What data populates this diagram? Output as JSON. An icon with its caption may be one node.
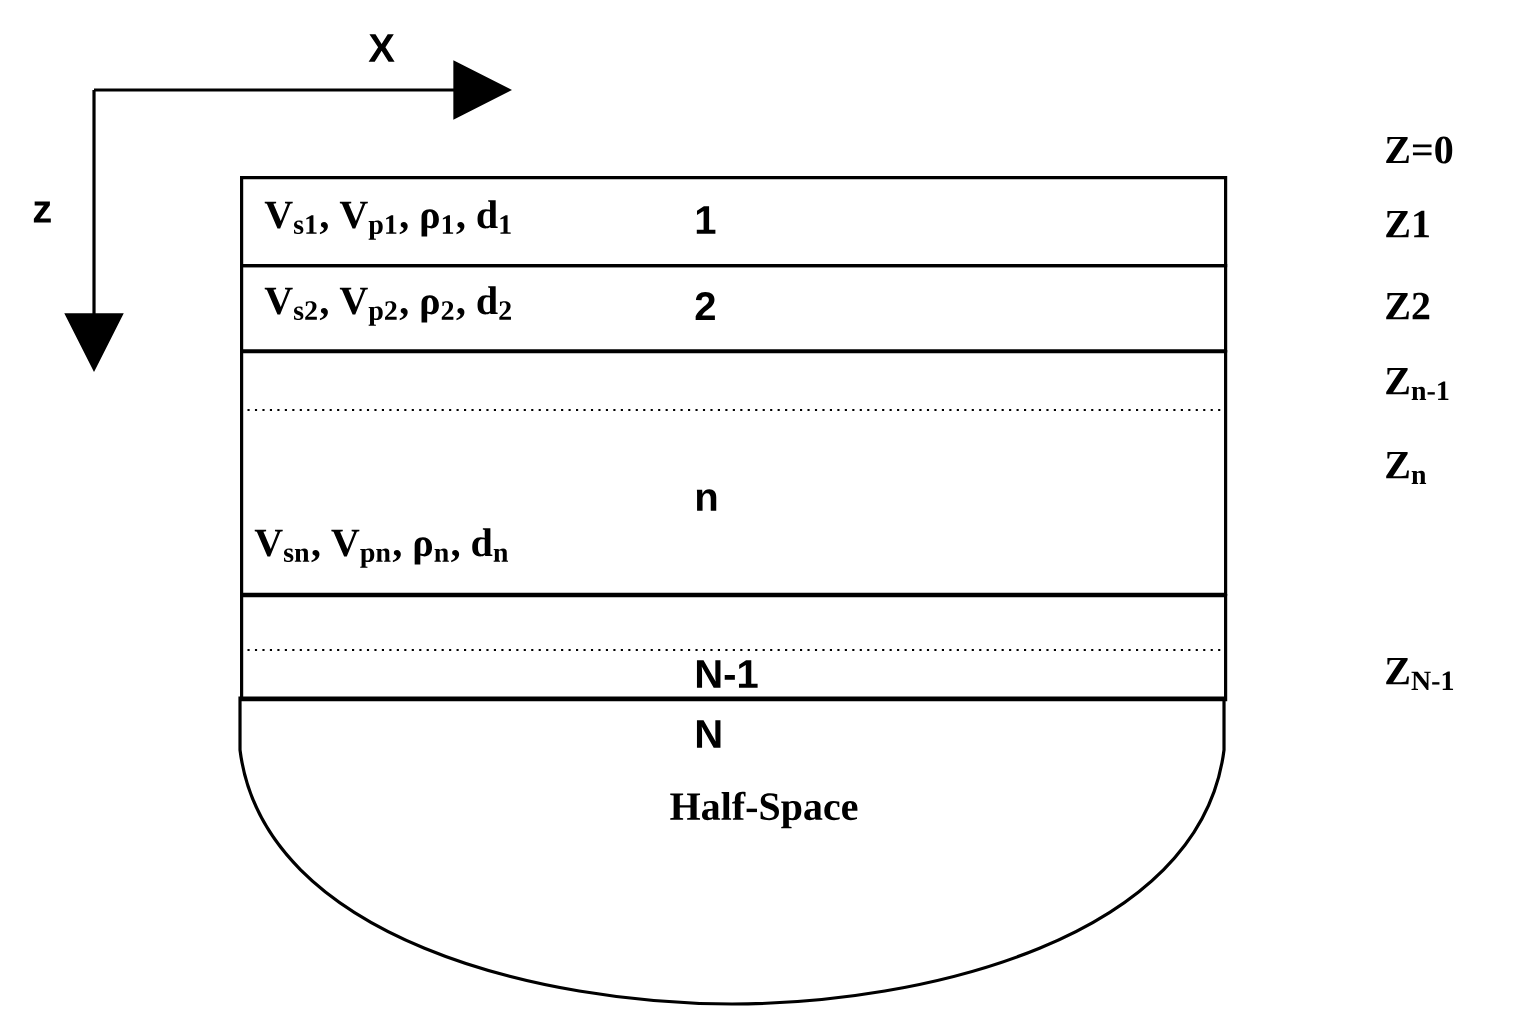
{
  "diagram": {
    "nodes": [
      {
        "text": [
          "V$_{s1}$, V$_{p1}$, ρ$_{1}$, d$_{1}$",
          "1"
        ]
      },
      {
        "text": [
          "V$_{s2}$, V$_{p2}$, ρ$_{2}$, d$_{2}$",
          "2"
        ]
      },
      {
        "text": [
          "n",
          "V$_{sn}$, V$_{pn}$, ρ$_{n}$, d$_{n}$"
        ]
      },
      {
        "text": [
          "N-1"
        ]
      },
      {
        "text": [
          "N",
          "Half-Space"
        ]
      }
    ],
    "edges": [],
    "labels": [
      "X",
      "z",
      "Z=0",
      "Z1",
      "Z2",
      "Z$_{n-1}$",
      "Z$_{n}$",
      "Z$_{N-1}$"
    ]
  }
}
